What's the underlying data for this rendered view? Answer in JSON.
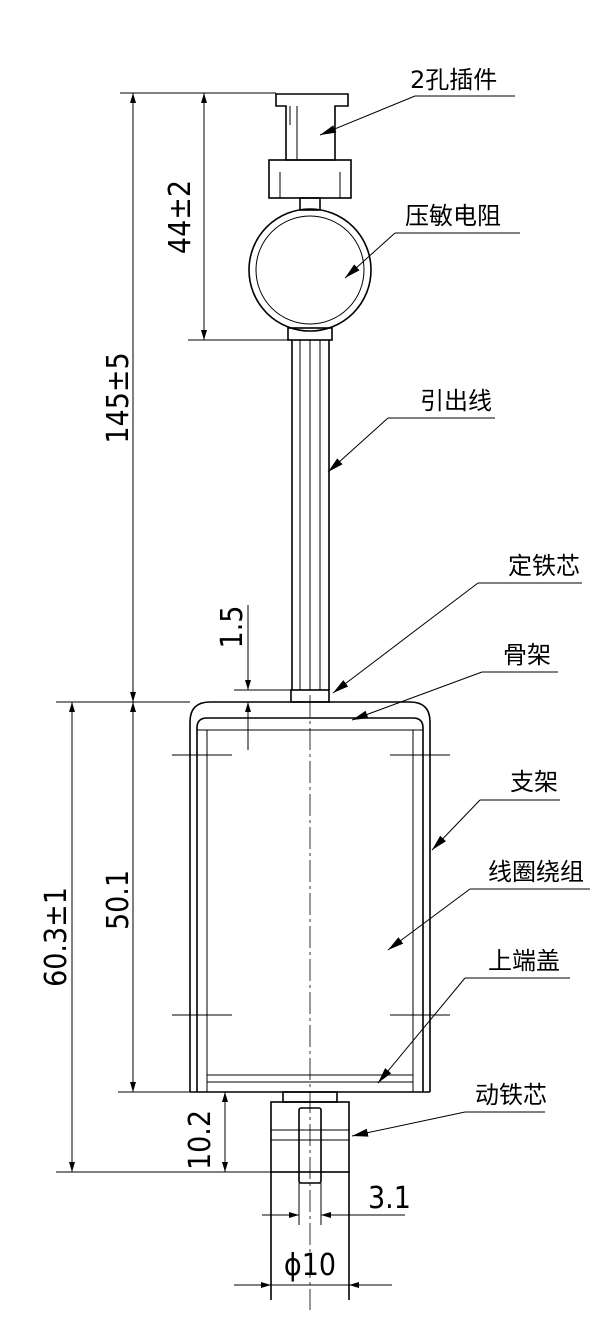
{
  "labels": {
    "plug": "2孔插件",
    "varistor": "压敏电阻",
    "lead_wire": "引出线",
    "fixed_core": "定铁芯",
    "bobbin": "骨架",
    "bracket": "支架",
    "coil": "线圈绕组",
    "top_cover": "上端盖",
    "moving_core": "动铁芯"
  },
  "dimensions": {
    "total_length": "145±5",
    "plug_to_varistor": "44±2",
    "core_protrusion": "1.5",
    "body_length": "60.3±1",
    "frame_height": "50.1",
    "plunger_extension": "10.2",
    "slot_width": "3.1",
    "plunger_diameter": "ϕ10"
  }
}
